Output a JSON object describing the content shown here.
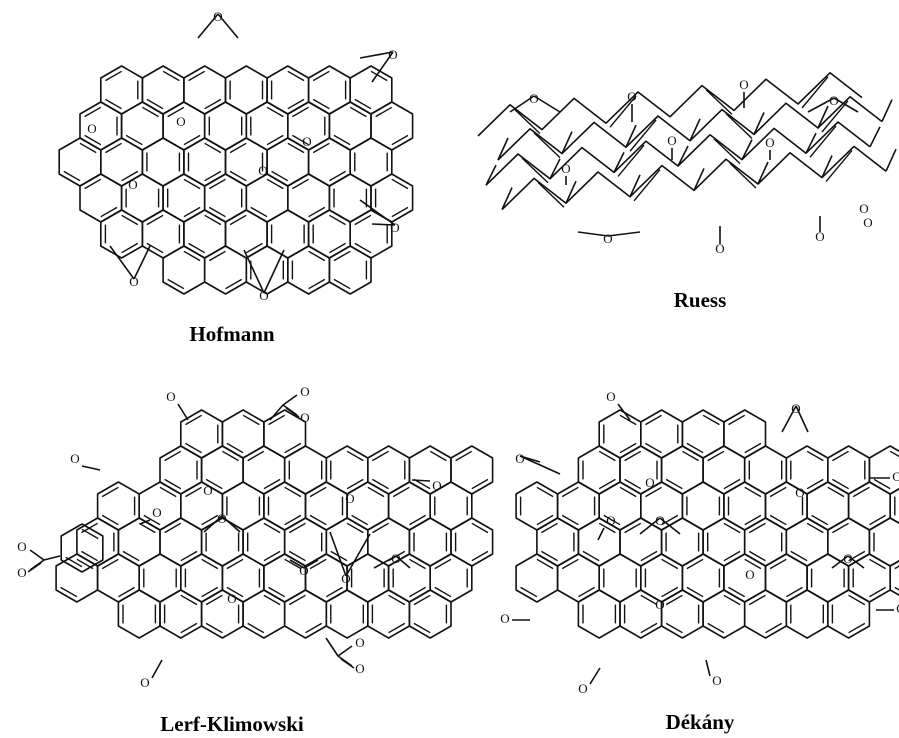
{
  "figure": {
    "panels": [
      {
        "id": "hofmann",
        "title": "Hofmann"
      },
      {
        "id": "ruess",
        "title": "Ruess"
      },
      {
        "id": "lerf",
        "title": "Lerf-Klimowski"
      },
      {
        "id": "dekany",
        "title": "Dékány"
      }
    ],
    "atom_label": "O",
    "colors": {
      "ink": "#111111",
      "background": "#ffffff"
    }
  }
}
